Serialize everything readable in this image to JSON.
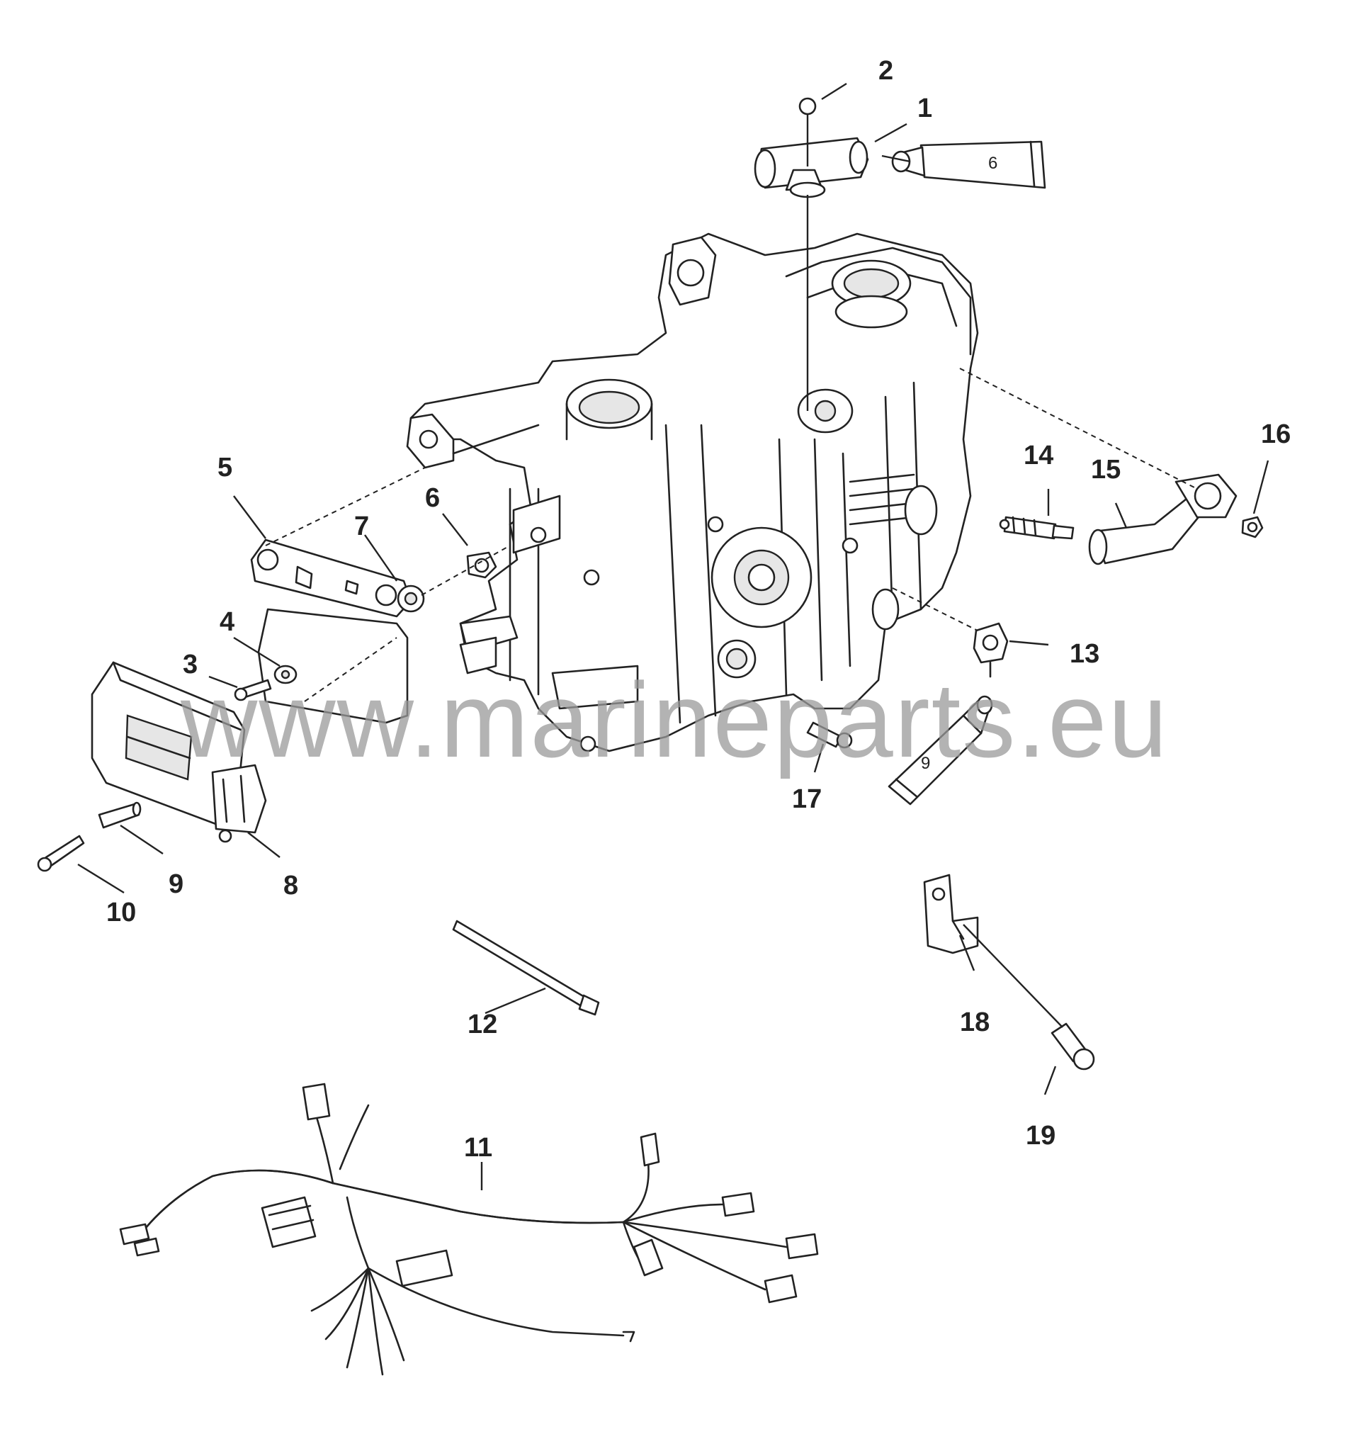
{
  "diagram": {
    "watermark": "www.marineparts.eu",
    "tube_labels": {
      "upper": "6",
      "lower": "9"
    },
    "callouts": {
      "c1": "1",
      "c2": "2",
      "c3": "3",
      "c4": "4",
      "c5": "5",
      "c6": "6",
      "c7": "7",
      "c8": "8",
      "c9": "9",
      "c10": "10",
      "c11": "11",
      "c12": "12",
      "c13": "13",
      "c14": "14",
      "c15": "15",
      "c16": "16",
      "c17": "17",
      "c18": "18",
      "c19": "19"
    }
  }
}
